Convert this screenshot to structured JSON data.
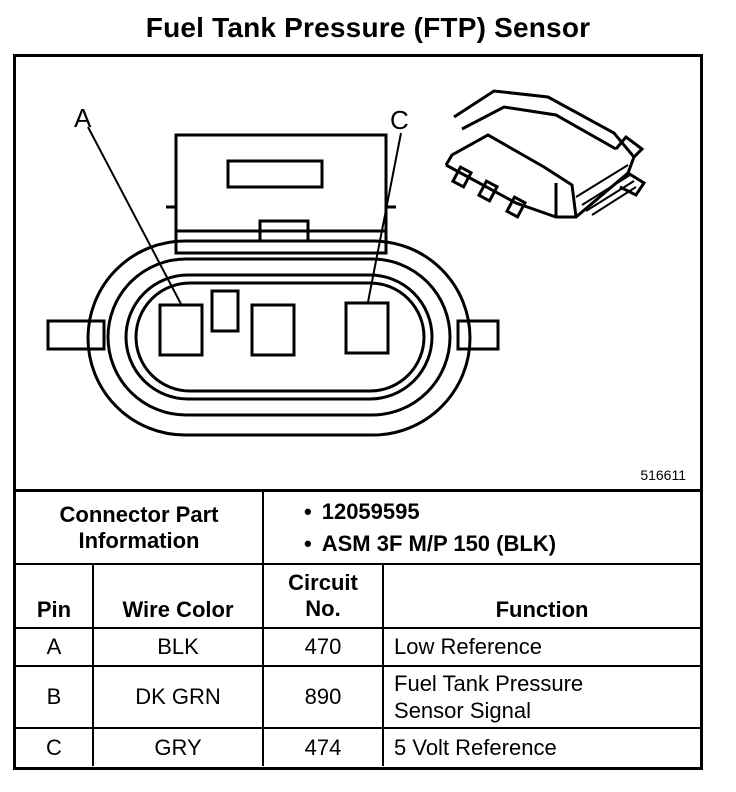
{
  "title": "Fuel Tank Pressure (FTP) Sensor",
  "diagram": {
    "labels": {
      "a": "A",
      "c": "C"
    },
    "figure_id": "516611"
  },
  "table": {
    "connector_label": "Connector Part Information",
    "part_info": [
      "12059595",
      "ASM 3F M/P 150 (BLK)"
    ],
    "headers": {
      "pin": "Pin",
      "wire_color": "Wire Color",
      "circuit": "Circuit No.",
      "function": "Function"
    },
    "rows": [
      {
        "pin": "A",
        "wire_color": "BLK",
        "circuit": "470",
        "function": "Low Reference"
      },
      {
        "pin": "B",
        "wire_color": "DK GRN",
        "circuit": "890",
        "function": "Fuel Tank Pressure Sensor Signal"
      },
      {
        "pin": "C",
        "wire_color": "GRY",
        "circuit": "474",
        "function": "5 Volt Reference"
      }
    ]
  }
}
